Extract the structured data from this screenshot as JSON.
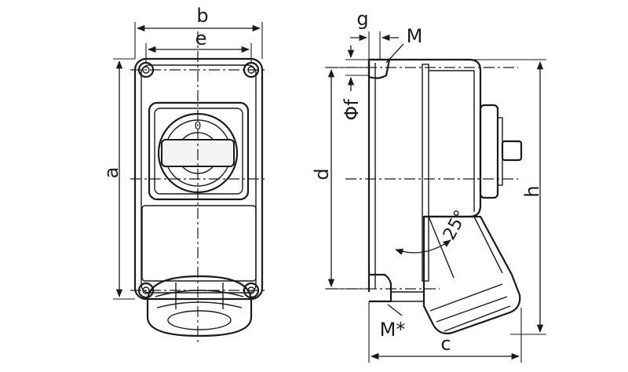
{
  "front_view": {
    "width_label": "b",
    "hole_spacing_label": "e",
    "height_label": "a"
  },
  "side_view": {
    "g_label": "g",
    "screw_label": "M",
    "hole_dia_label": "Φf",
    "hole_distance_label": "d",
    "total_height_label": "h",
    "angle_label": "25°",
    "gland_label": "M*",
    "depth_label": "c"
  }
}
